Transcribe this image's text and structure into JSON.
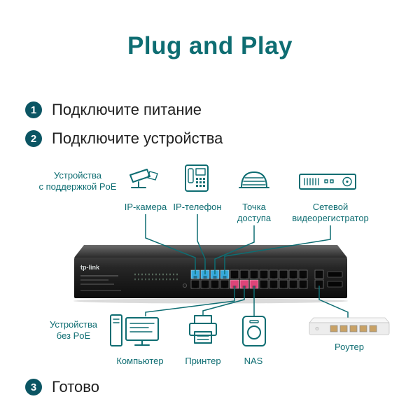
{
  "title": "Plug and Play",
  "steps": [
    {
      "num": "1",
      "label": "Подключите питание"
    },
    {
      "num": "2",
      "label": "Подключите устройства"
    },
    {
      "num": "3",
      "label": "Готово"
    }
  ],
  "poe_group": {
    "line1": "Устройства",
    "line2": "с поддержкой PoE"
  },
  "non_poe_group": {
    "line1": "Устройства",
    "line2": "без PoE"
  },
  "poe_devices": [
    {
      "name": "IP-камера"
    },
    {
      "name": "IP-телефон"
    },
    {
      "name": "Точка доступа"
    },
    {
      "name": "Сетевой видеорегистратор"
    }
  ],
  "non_poe_devices": [
    {
      "name": "Компьютер"
    },
    {
      "name": "Принтер"
    },
    {
      "name": "NAS"
    },
    {
      "name": "Роутер"
    }
  ],
  "switch": {
    "brand": "tp-link",
    "poe_port_columns": [
      0,
      1,
      2,
      3
    ],
    "non_poe_port_columns": [
      4,
      5,
      6
    ]
  },
  "colors": {
    "accent": "#0e6d72",
    "step_circle": "#0b5563",
    "poe_port": "#36a9dc",
    "non_poe_port": "#dd4579"
  }
}
